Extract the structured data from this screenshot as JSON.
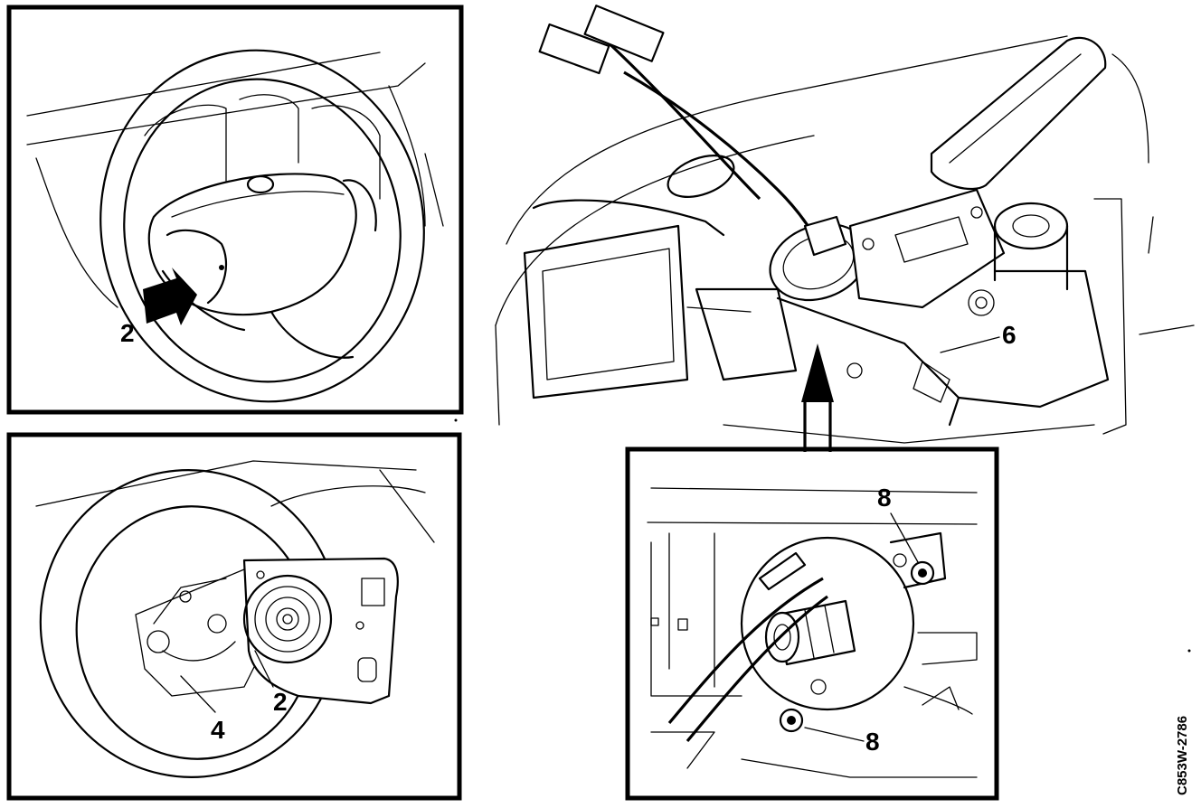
{
  "callouts": {
    "panel_top_left": {
      "label_2": "2"
    },
    "panel_bottom_left": {
      "label_4": "4",
      "label_2": "2"
    },
    "panel_main": {
      "label_6": "6"
    },
    "panel_detail": {
      "label_8_top": "8",
      "label_8_bottom": "8"
    }
  },
  "figure_code": "C853W-2786"
}
